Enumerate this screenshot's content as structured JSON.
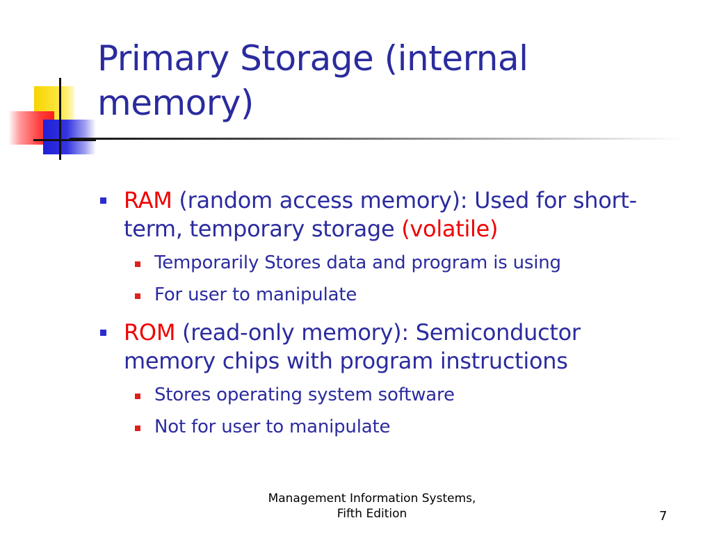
{
  "slide": {
    "title": "Primary Storage (internal memory)",
    "bullets": [
      {
        "term": "RAM",
        "text": " (random access memory): Used for short-term, temporary storage ",
        "emphasis": "(volatile)",
        "subbullets": [
          "Temporarily Stores data and program is using",
          "For user to manipulate"
        ]
      },
      {
        "term": "ROM",
        "text": " (read-only memory): Semiconductor memory chips with program instructions",
        "subbullets": [
          "Stores operating system software",
          "Not for user to manipulate"
        ]
      }
    ]
  },
  "footer": {
    "line1": "Management Information Systems,",
    "line2": "Fifth Edition",
    "page_number": "7"
  },
  "colors": {
    "title": "#2b2b9f",
    "body_text": "#2b2b9f",
    "emphasis": "#f00000",
    "level1_bullet": "#2b2bd0",
    "level2_bullet": "#e0201a"
  }
}
